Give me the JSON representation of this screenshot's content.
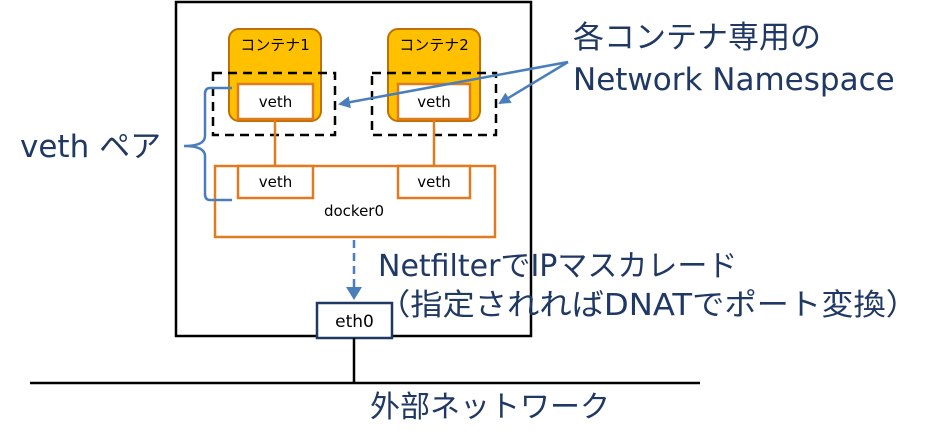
{
  "host": {
    "containers": [
      {
        "label": "コンテナ1",
        "veth": "veth"
      },
      {
        "label": "コンテナ2",
        "veth": "veth"
      }
    ],
    "bridge": {
      "label": "docker0",
      "veth_left": "veth",
      "veth_right": "veth"
    },
    "nic": "eth0"
  },
  "annotations": {
    "namespace_line1": "各コンテナ専用の",
    "namespace_line2": "Network Namespace",
    "veth_pair": "veth ペア",
    "netfilter_line1": "NetfilterでIPマスカレード",
    "netfilter_line2": "（指定されればDNATでポート変換）",
    "external_network": "外部ネットワーク"
  },
  "colors": {
    "container_fill": "#FFC000",
    "container_border": "#C07000",
    "veth_border": "#E07B20",
    "annotation_text": "#1F3864",
    "arrow": "#4A7EBB",
    "nic_border": "#1F3864"
  }
}
